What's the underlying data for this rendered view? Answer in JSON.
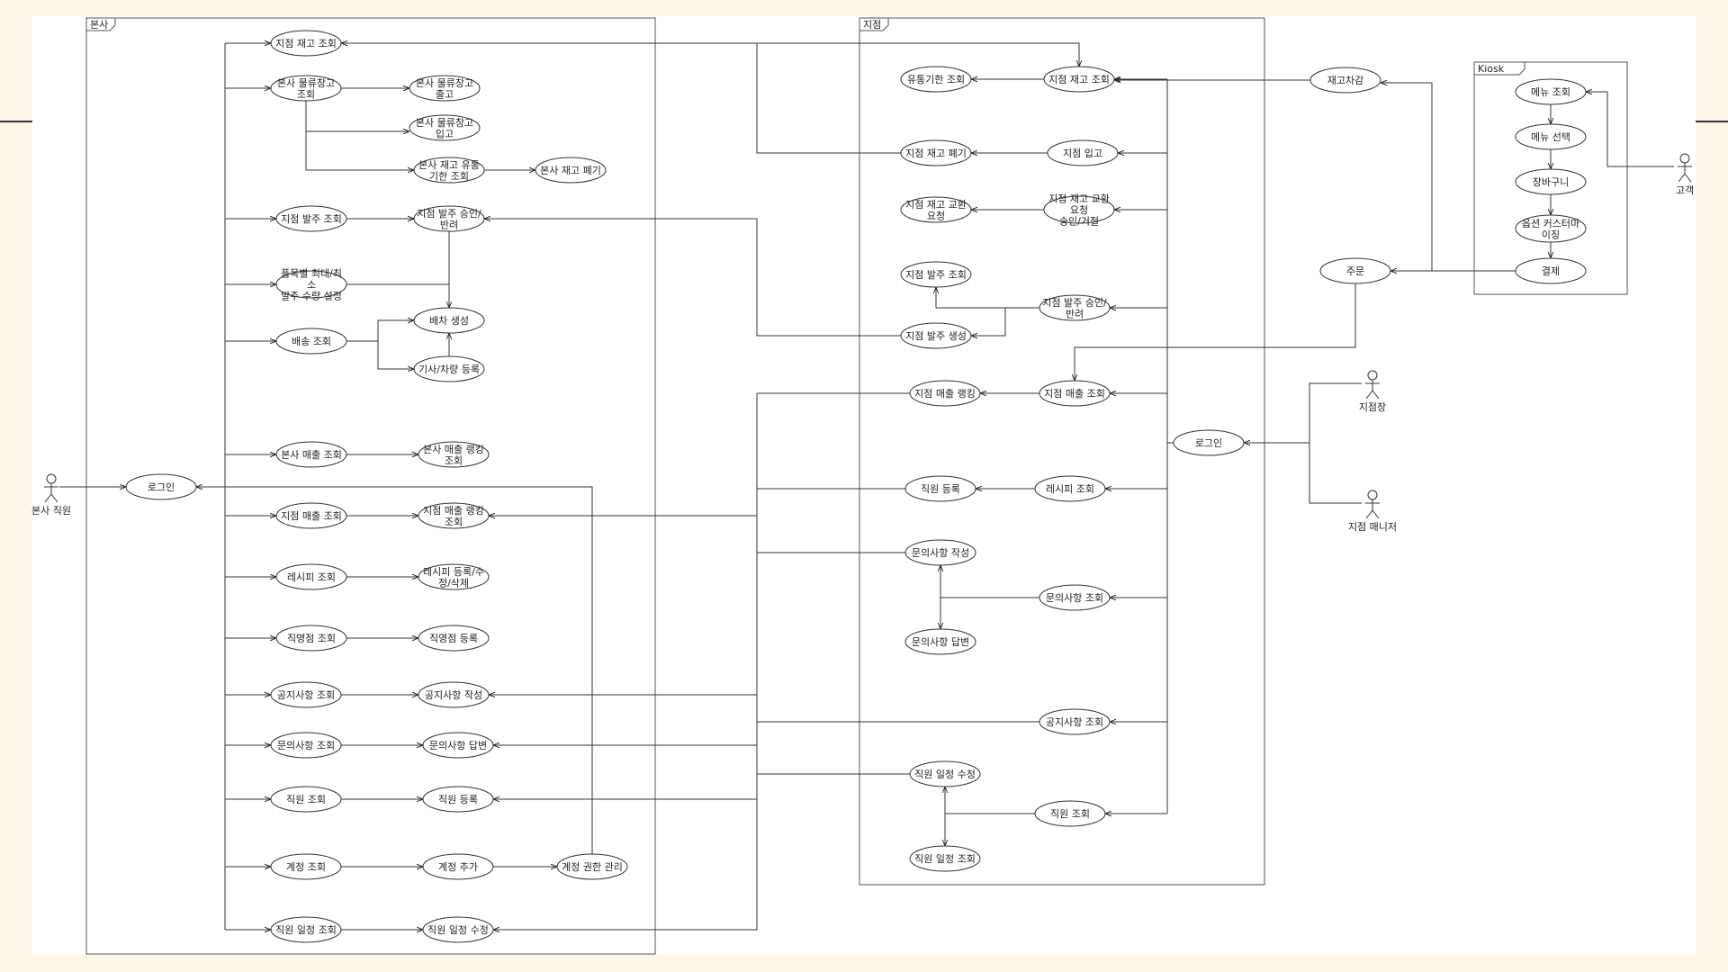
{
  "frames": {
    "hq": "본사",
    "branch": "지점",
    "kiosk": "Kiosk"
  },
  "actors": {
    "hq_staff": "본사 직원",
    "customer": "고객",
    "branch_owner": "지점장",
    "branch_manager": "지점 매니저"
  },
  "hq_login": "로그인",
  "branch_login": "로그인",
  "hq_use_cases": {
    "branch_stock_view": "지점 재고 조회",
    "hq_warehouse_view": "본사 물류창고\n조회",
    "hq_warehouse_out": "본사 물류창고\n출고",
    "hq_warehouse_in": "본사 물류창고\n입고",
    "hq_expiry_view": "본사 재고 유통\n기한 조회",
    "hq_stock_dispose": "본사 재고 폐기",
    "branch_order_view": "지점 발주 조회",
    "branch_order_approve": "지점 발주 승인/\n반려",
    "order_qty_setting": "품목별 최대/최\n소\n발주 수량 설정",
    "dispatch_create": "배차 생성",
    "delivery_view": "배송 조회",
    "driver_register": "기사/차량 등록",
    "hq_sales_view": "본사 매출 조회",
    "hq_sales_ranking": "본사 매출 랭킹\n조회",
    "branch_sales_view": "지점 매출 조회",
    "branch_sales_ranking": "지점 매출 랭킹\n조회",
    "recipe_view": "레시피 조회",
    "recipe_edit": "레시피 등록/수\n정/삭제",
    "direct_store_view": "직영점 조회",
    "direct_store_register": "직영점 등록",
    "notice_view": "공지사항 조회",
    "notice_write": "공지사항 작성",
    "inquiry_view": "문의사항 조회",
    "inquiry_answer": "문의사항 답변",
    "staff_view": "직원 조회",
    "staff_register": "직원 등록",
    "account_view": "계정 조회",
    "account_add": "계정 추가",
    "account_permission": "계정 권한 관리",
    "staff_schedule_view": "직원 일정 조회",
    "staff_schedule_edit": "직원 일정 수정"
  },
  "branch_use_cases": {
    "expiry_view": "유통기한 조회",
    "stock_view": "지점 재고 조회",
    "stock_dispose": "지점 재고 폐기",
    "stock_in": "지점 입고",
    "exchange_request": "지점 재고 교환\n요청",
    "exchange_approve": "지점 재고 교환\n요청\n승인/거절",
    "order_view": "지점 발주 조회",
    "order_approve": "지점 발주 승인/\n반려",
    "order_create": "지점 발주 생성",
    "sales_ranking": "지점 매출 랭킹",
    "sales_view": "지점 매출 조회",
    "staff_register": "직원 등록",
    "recipe_view": "레시피 조회",
    "inquiry_write": "문의사항 작성",
    "inquiry_view": "문의사항 조회",
    "inquiry_answer": "문의사항 답변",
    "notice_view": "공지사항 조회",
    "schedule_edit": "직원 일정 수정",
    "staff_view": "직원 조회",
    "schedule_view": "직원 일정 조회"
  },
  "external_use_cases": {
    "stock_deduct": "재고차감",
    "order": "주문"
  },
  "kiosk_use_cases": {
    "menu_view": "메뉴 조회",
    "menu_select": "메뉴 선택",
    "cart": "장바구니",
    "option_custom": "옵션 커스터마\n이징",
    "payment": "결제"
  }
}
